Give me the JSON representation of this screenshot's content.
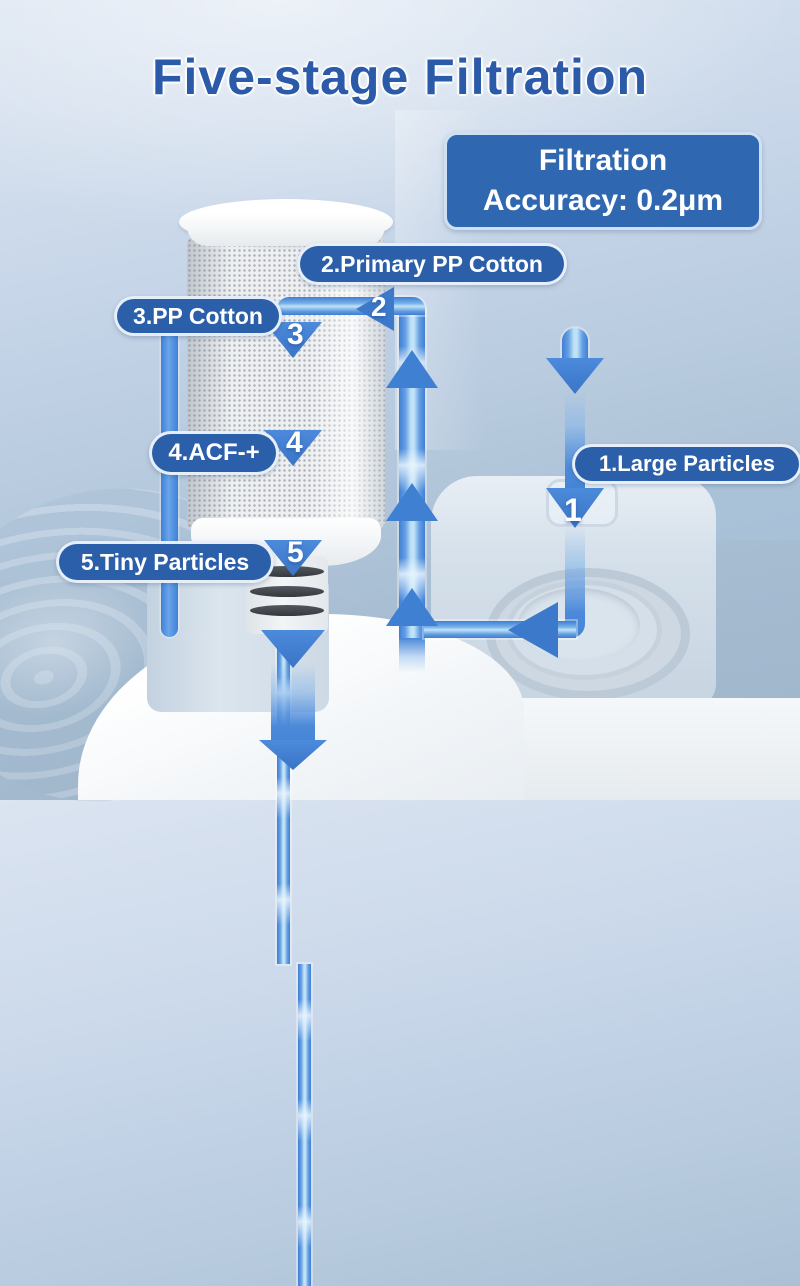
{
  "title": "Five-stage Filtration",
  "badge": {
    "line1": "Filtration",
    "line2": "Accuracy: 0.2μm"
  },
  "stages": [
    {
      "num": "1",
      "label": "1.Large Particles"
    },
    {
      "num": "2",
      "label": "2.Primary PP Cotton"
    },
    {
      "num": "3",
      "label": "3.PP Cotton"
    },
    {
      "num": "4",
      "label": "4.ACF-+"
    },
    {
      "num": "5",
      "label": "5.Tiny Particles"
    }
  ],
  "colors": {
    "title_text": "#2a5aa8",
    "label_bg": "#2b5fa9",
    "badge_bg": "#2f67b0",
    "arrow_shaft": "#4c89d9",
    "arrow_head": "#3d79cb"
  }
}
